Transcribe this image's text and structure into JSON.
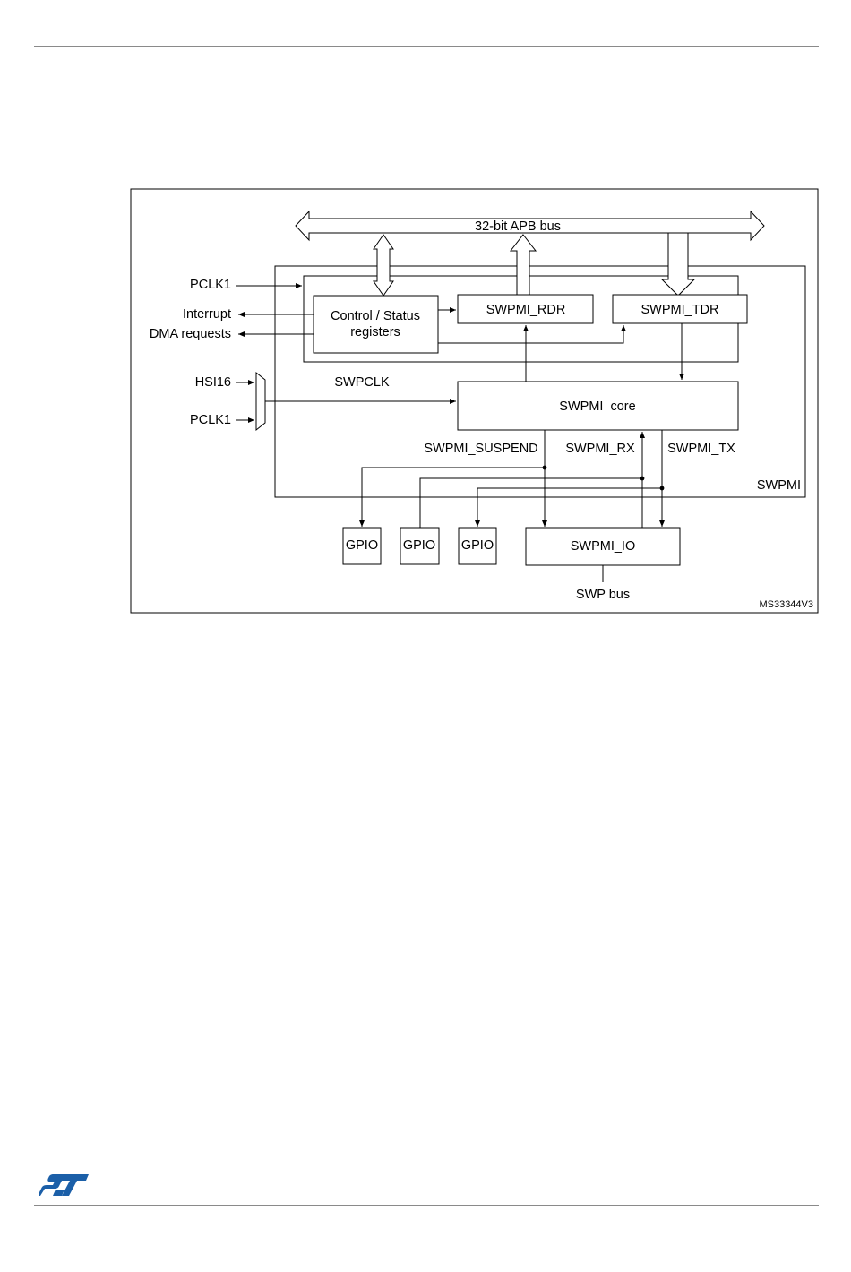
{
  "diagram": {
    "bus_label": "32-bit APB bus",
    "inputs": {
      "pclk1_top": "PCLK1",
      "interrupt": "Interrupt",
      "dma_requests": "DMA requests",
      "hsi16": "HSI16",
      "pclk1_mux": "PCLK1"
    },
    "swpclk_label": "SWPCLK",
    "blocks": {
      "control_status_line1": "Control / Status",
      "control_status_line2": "registers",
      "rdr": "SWPMI_RDR",
      "tdr": "SWPMI_TDR",
      "core": "SWPMI  core",
      "io": "SWPMI_IO"
    },
    "signals": {
      "suspend": "SWPMI_SUSPEND",
      "rx": "SWPMI_RX",
      "tx": "SWPMI_TX"
    },
    "gpio_labels": [
      "GPIO",
      "GPIO",
      "GPIO"
    ],
    "swpmi_label": "SWPMI",
    "swp_bus_label": "SWP bus",
    "figure_id": "MS33344V3"
  },
  "colors": {
    "logo_blue": "#1b5fa8",
    "rule_gray": "#8a8a8a"
  }
}
